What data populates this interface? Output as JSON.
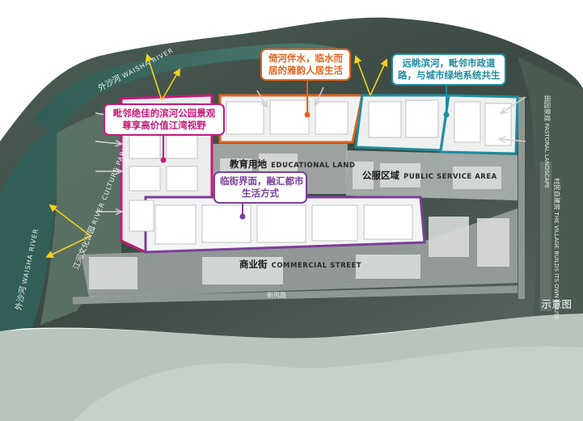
{
  "callouts": {
    "river_park": {
      "lines": [
        "毗邻绝佳的滨河公园景观",
        "尊享高价值江湾视野"
      ],
      "color": "#c71a7a"
    },
    "water_living": {
      "lines": [
        "倚河伴水，临水而",
        "居的雅韵人居生活"
      ],
      "color": "#e0641e"
    },
    "green_system": {
      "lines": [
        "远眺滨河，毗邻市政道",
        "路，与城市绿地系统共生"
      ],
      "color": "#1e8da0"
    },
    "street_life": {
      "lines": [
        "临街界面，融汇都市",
        "生活方式"
      ],
      "color": "#7a3f9a"
    }
  },
  "zones": {
    "educational": {
      "zh": "教育用地",
      "en": "EDUCATIONAL LAND"
    },
    "public_service": {
      "zh": "公服区域",
      "en": "PUBLIC SERVICE AREA"
    },
    "commercial": {
      "zh": "商业街",
      "en": "COMMERCIAL STREET"
    }
  },
  "rivers": {
    "top": {
      "zh": "外沙河",
      "en": "WAISHA RIVER"
    },
    "left": {
      "zh": "外沙河",
      "en": "WAISHA RIVER"
    },
    "park": {
      "zh": "江河文化公园",
      "en": "RIVER CULTURE PARK"
    }
  },
  "roads": {
    "bottom": "新风路",
    "right_zh": "田园景观",
    "right_en": "PASTORAL LANDSCAPE",
    "village_zh": "村民自建房",
    "village_en": "THE VILLAGE BUILDS ITS OWN HOUSE"
  },
  "note": "示意图",
  "colors": {
    "magenta": "#c71a7a",
    "orange": "#e0641e",
    "teal": "#1e8da0",
    "purple": "#7a3f9a",
    "arrow": "#f4d21c",
    "land": "#3a4a43"
  }
}
